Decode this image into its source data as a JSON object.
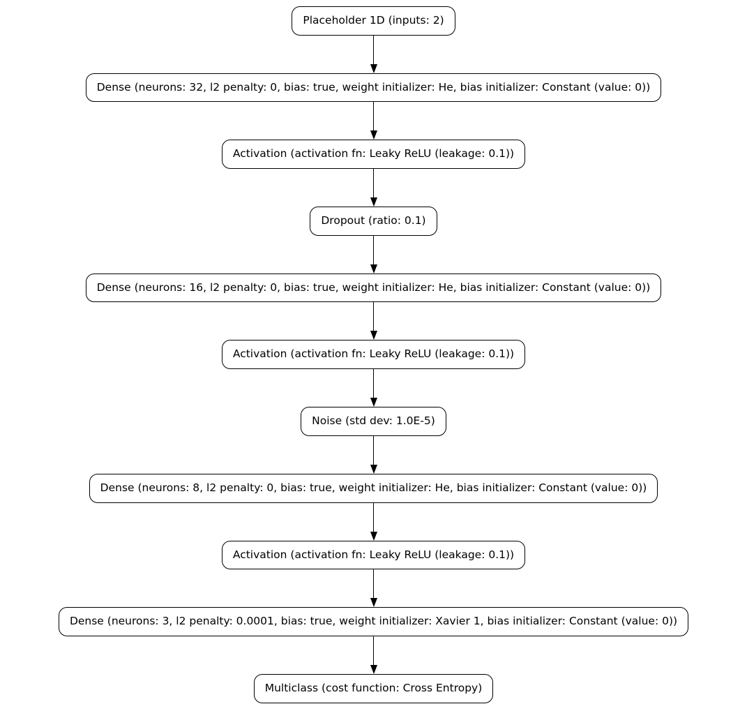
{
  "diagram": {
    "type": "flowchart",
    "description": "Neural network layer graph, vertical top-to-bottom with arrow edges",
    "colors": {
      "background": "#ffffff",
      "node_fill": "#ffffff",
      "node_border": "#000000",
      "text": "#000000",
      "edge": "#000000"
    },
    "nodes": [
      {
        "id": "placeholder-1d",
        "label": "Placeholder 1D (inputs: 2)"
      },
      {
        "id": "dense-32",
        "label": "Dense (neurons: 32, l2 penalty: 0, bias: true, weight initializer: He, bias initializer: Constant (value: 0))"
      },
      {
        "id": "activation-1",
        "label": "Activation (activation fn: Leaky ReLU (leakage: 0.1))"
      },
      {
        "id": "dropout",
        "label": "Dropout (ratio: 0.1)"
      },
      {
        "id": "dense-16",
        "label": "Dense (neurons: 16, l2 penalty: 0, bias: true, weight initializer: He, bias initializer: Constant (value: 0))"
      },
      {
        "id": "activation-2",
        "label": "Activation (activation fn: Leaky ReLU (leakage: 0.1))"
      },
      {
        "id": "noise",
        "label": "Noise (std dev: 1.0E-5)"
      },
      {
        "id": "dense-8",
        "label": "Dense (neurons: 8, l2 penalty: 0, bias: true, weight initializer: He, bias initializer: Constant (value: 0))"
      },
      {
        "id": "activation-3",
        "label": "Activation (activation fn: Leaky ReLU (leakage: 0.1))"
      },
      {
        "id": "dense-3",
        "label": "Dense (neurons: 3, l2 penalty: 0.0001, bias: true, weight initializer: Xavier 1, bias initializer: Constant (value: 0))"
      },
      {
        "id": "multiclass",
        "label": "Multiclass (cost function: Cross Entropy)"
      }
    ],
    "edges": [
      {
        "from": "placeholder-1d",
        "to": "dense-32"
      },
      {
        "from": "dense-32",
        "to": "activation-1"
      },
      {
        "from": "activation-1",
        "to": "dropout"
      },
      {
        "from": "dropout",
        "to": "dense-16"
      },
      {
        "from": "dense-16",
        "to": "activation-2"
      },
      {
        "from": "activation-2",
        "to": "noise"
      },
      {
        "from": "noise",
        "to": "dense-8"
      },
      {
        "from": "dense-8",
        "to": "activation-3"
      },
      {
        "from": "activation-3",
        "to": "dense-3"
      },
      {
        "from": "dense-3",
        "to": "multiclass"
      }
    ]
  }
}
